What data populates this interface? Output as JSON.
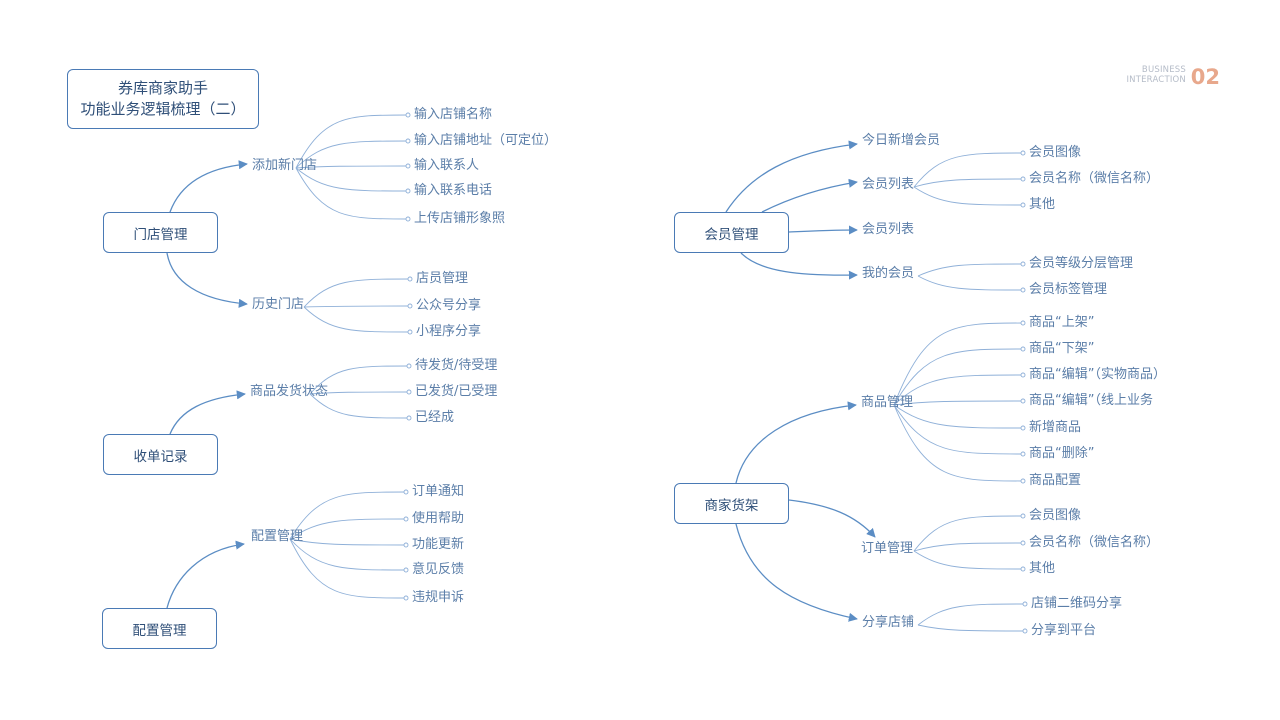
{
  "title": {
    "line1": "券库商家助手",
    "line2": "功能业务逻辑梳理（二）"
  },
  "brand": {
    "line1": "BUSINESS",
    "line2": "INTERACTION",
    "number": "02"
  },
  "colors": {
    "line": "#5b8dc4",
    "text": "#5b7ea8",
    "node_text": "#2f4f78",
    "brand_number": "#e8a88c"
  },
  "roots": {
    "store": "门店管理",
    "receipts": "收单记录",
    "config": "配置管理",
    "member": "会员管理",
    "shelf": "商家货架"
  },
  "branches": {
    "add_store": {
      "label": "添加新门店",
      "items": [
        "输入店铺名称",
        "输入店铺地址（可定位）",
        "输入联系人",
        "输入联系电话",
        "上传店铺形象照"
      ]
    },
    "history_store": {
      "label": "历史门店",
      "items": [
        "店员管理",
        "公众号分享",
        "小程序分享"
      ]
    },
    "ship_status": {
      "label": "商品发货状态",
      "items": [
        "待发货/待受理",
        "已发货/已受理",
        "已经成"
      ]
    },
    "config_mgmt": {
      "label": "配置管理",
      "items": [
        "订单通知",
        "使用帮助",
        "功能更新",
        "意见反馈",
        "违规申诉"
      ]
    },
    "today_new": {
      "label": "今日新增会员",
      "items": []
    },
    "member_list_1": {
      "label": "会员列表",
      "items": [
        "会员图像",
        "会员名称（微信名称）",
        "其他"
      ]
    },
    "member_list_2": {
      "label": "会员列表",
      "items": []
    },
    "my_members": {
      "label": "我的会员",
      "items": [
        "会员等级分层管理",
        "会员标签管理"
      ]
    },
    "goods_mgmt": {
      "label": "商品管理",
      "items": [
        "商品“上架”",
        "商品“下架”",
        "商品“编辑”（实物商品）",
        "商品“编辑”（线上业务",
        "新增商品",
        "商品“删除”",
        "商品配置"
      ]
    },
    "order_mgmt": {
      "label": "订单管理",
      "items": [
        "会员图像",
        "会员名称（微信名称）",
        "其他"
      ]
    },
    "share_store": {
      "label": "分享店铺",
      "items": [
        "店铺二维码分享",
        "分享到平台"
      ]
    }
  }
}
